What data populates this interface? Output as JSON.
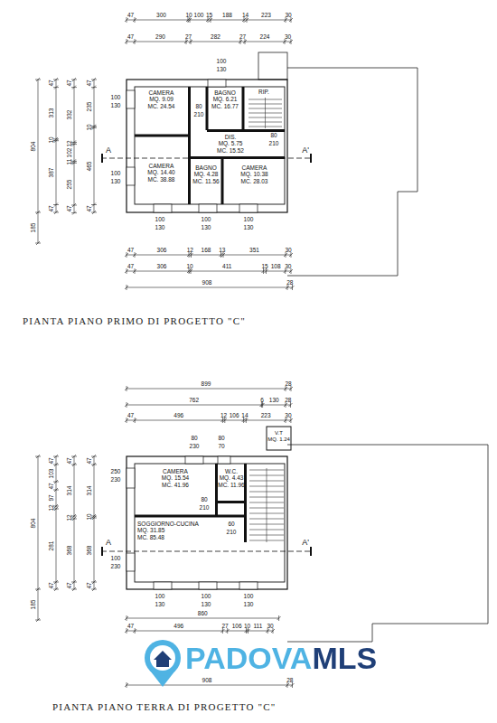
{
  "diagram": {
    "nodes": [
      {
        "text": [
          "CAMERA",
          "MQ. 9.09",
          "MC. 24.54"
        ]
      },
      {
        "text": [
          "BAGNO",
          "MQ. 6.21",
          "MC. 16.77"
        ]
      },
      {
        "text": [
          "RIP."
        ]
      },
      {
        "text": [
          "CAMERA",
          "MQ. 14.40",
          "MC. 38.88"
        ]
      },
      {
        "text": [
          "DIS.",
          "MQ. 5.75",
          "MC. 15.52"
        ]
      },
      {
        "text": [
          "BAGNO",
          "MQ. 4.28",
          "MC. 11.56"
        ]
      },
      {
        "text": [
          "CAMERA",
          "MQ. 10.38",
          "MC. 28.03"
        ]
      },
      {
        "text": [
          "V.T",
          "MQ. 1.24"
        ]
      },
      {
        "text": [
          "CAMERA",
          "MQ. 15.54",
          "MC. 41.96"
        ]
      },
      {
        "text": [
          "W.C.",
          "MQ. 4.43",
          "MC. 11.96"
        ]
      },
      {
        "text": [
          "SOGGIORNO-CUCINA",
          "MQ. 31.85",
          "MC. 85.48"
        ]
      }
    ],
    "labels": [
      "47",
      "300",
      "10",
      "100",
      "15",
      "188",
      "14",
      "223",
      "30",
      "47",
      "290",
      "27",
      "282",
      "27",
      "224",
      "30",
      "804",
      "185",
      "47",
      "313",
      "10",
      "387",
      "47",
      "47",
      "332",
      "12",
      "102",
      "11",
      "255",
      "47",
      "47",
      "235",
      "10",
      "465",
      "47",
      "100",
      "130",
      "100",
      "130",
      "100",
      "130",
      "100",
      "130",
      "100",
      "130",
      "100",
      "130",
      "80",
      "210",
      "80",
      "210",
      "A",
      "A'",
      "47",
      "306",
      "12",
      "168",
      "13",
      "351",
      "30",
      "47",
      "306",
      "10",
      "411",
      "15",
      "108",
      "30",
      "908",
      "28",
      "PIANTA PIANO PRIMO DI PROGETTO \"C\"",
      "899",
      "28",
      "762",
      "6",
      "130",
      "28",
      "47",
      "496",
      "12",
      "106",
      "14",
      "223",
      "30",
      "804",
      "185",
      "47",
      "103",
      "47",
      "97",
      "12",
      "281",
      "47",
      "47",
      "314",
      "12",
      "368",
      "47",
      "47",
      "314",
      "10",
      "368",
      "47",
      "80",
      "230",
      "80",
      "70",
      "250",
      "230",
      "100",
      "230",
      "100",
      "130",
      "100",
      "130",
      "100",
      "130",
      "80",
      "210",
      "60",
      "210",
      "A",
      "A'",
      "860",
      "47",
      "496",
      "27",
      "106",
      "10",
      "111",
      "30",
      "908",
      "28",
      "PADOVAMLS",
      "PIANTA PIANO TERRA DI PROGETTO \"C\""
    ]
  }
}
